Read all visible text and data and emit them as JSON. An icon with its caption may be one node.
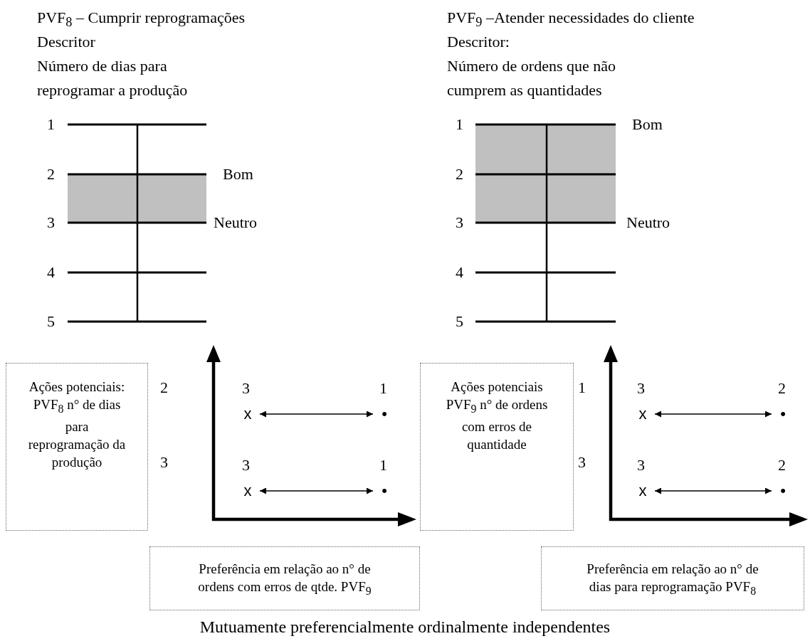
{
  "diagram": {
    "caption": "Mutuamente preferencialmente ordinalmente independentes",
    "nodes": [
      {
        "text": [
          "Ações potenciais: PVF$_{8}$ n° de dias para reprogramação da produção"
        ]
      },
      {
        "text": [
          "x"
        ],
        "beside": [
          "3"
        ]
      },
      {
        "text": [
          "•"
        ],
        "beside": [
          "1"
        ]
      },
      {
        "text": [
          "x"
        ],
        "beside": [
          "3"
        ]
      },
      {
        "text": [
          "•"
        ],
        "beside": [
          "1"
        ]
      },
      {
        "text": [
          "Ações potenciais PVF$_{9}$ n° de ordens com erros de quantidade"
        ]
      },
      {
        "text": [
          "x"
        ],
        "beside": [
          "3"
        ]
      },
      {
        "text": [
          "•"
        ],
        "beside": [
          "2"
        ]
      },
      {
        "text": [
          "x"
        ],
        "beside": [
          "3"
        ]
      },
      {
        "text": [
          "•"
        ],
        "beside": [
          "2"
        ]
      },
      {
        "text": [
          "Preferência em relação ao n° de ordens com erros de qtde. PVF$_{9}$"
        ]
      },
      {
        "text": [
          "Preferência em relação ao n° de dias para reprogramação PVF$_{8}$"
        ]
      }
    ],
    "edges": [
      {
        "from": 1,
        "to": 2,
        "arrow": "both"
      },
      {
        "from": 3,
        "to": 4,
        "arrow": "both"
      },
      {
        "from": 6,
        "to": 7,
        "arrow": "both"
      },
      {
        "from": 8,
        "to": 9,
        "arrow": "both"
      }
    ],
    "labels": [
      "PVF$_{8}$ – Cumprir reprogramações",
      "Descritor",
      "Número de dias para reprogramar a produção",
      "PVF$_{9}$ –Atender necessidades do cliente",
      "Descritor:",
      "Número de ordens que não cumprem as quantidades",
      "1",
      "2",
      "Bom",
      "3",
      "Neutro",
      "4",
      "5",
      "1",
      "Bom",
      "2",
      "3",
      "Neutro",
      "4",
      "5",
      "2",
      "3",
      "1",
      "3"
    ]
  }
}
